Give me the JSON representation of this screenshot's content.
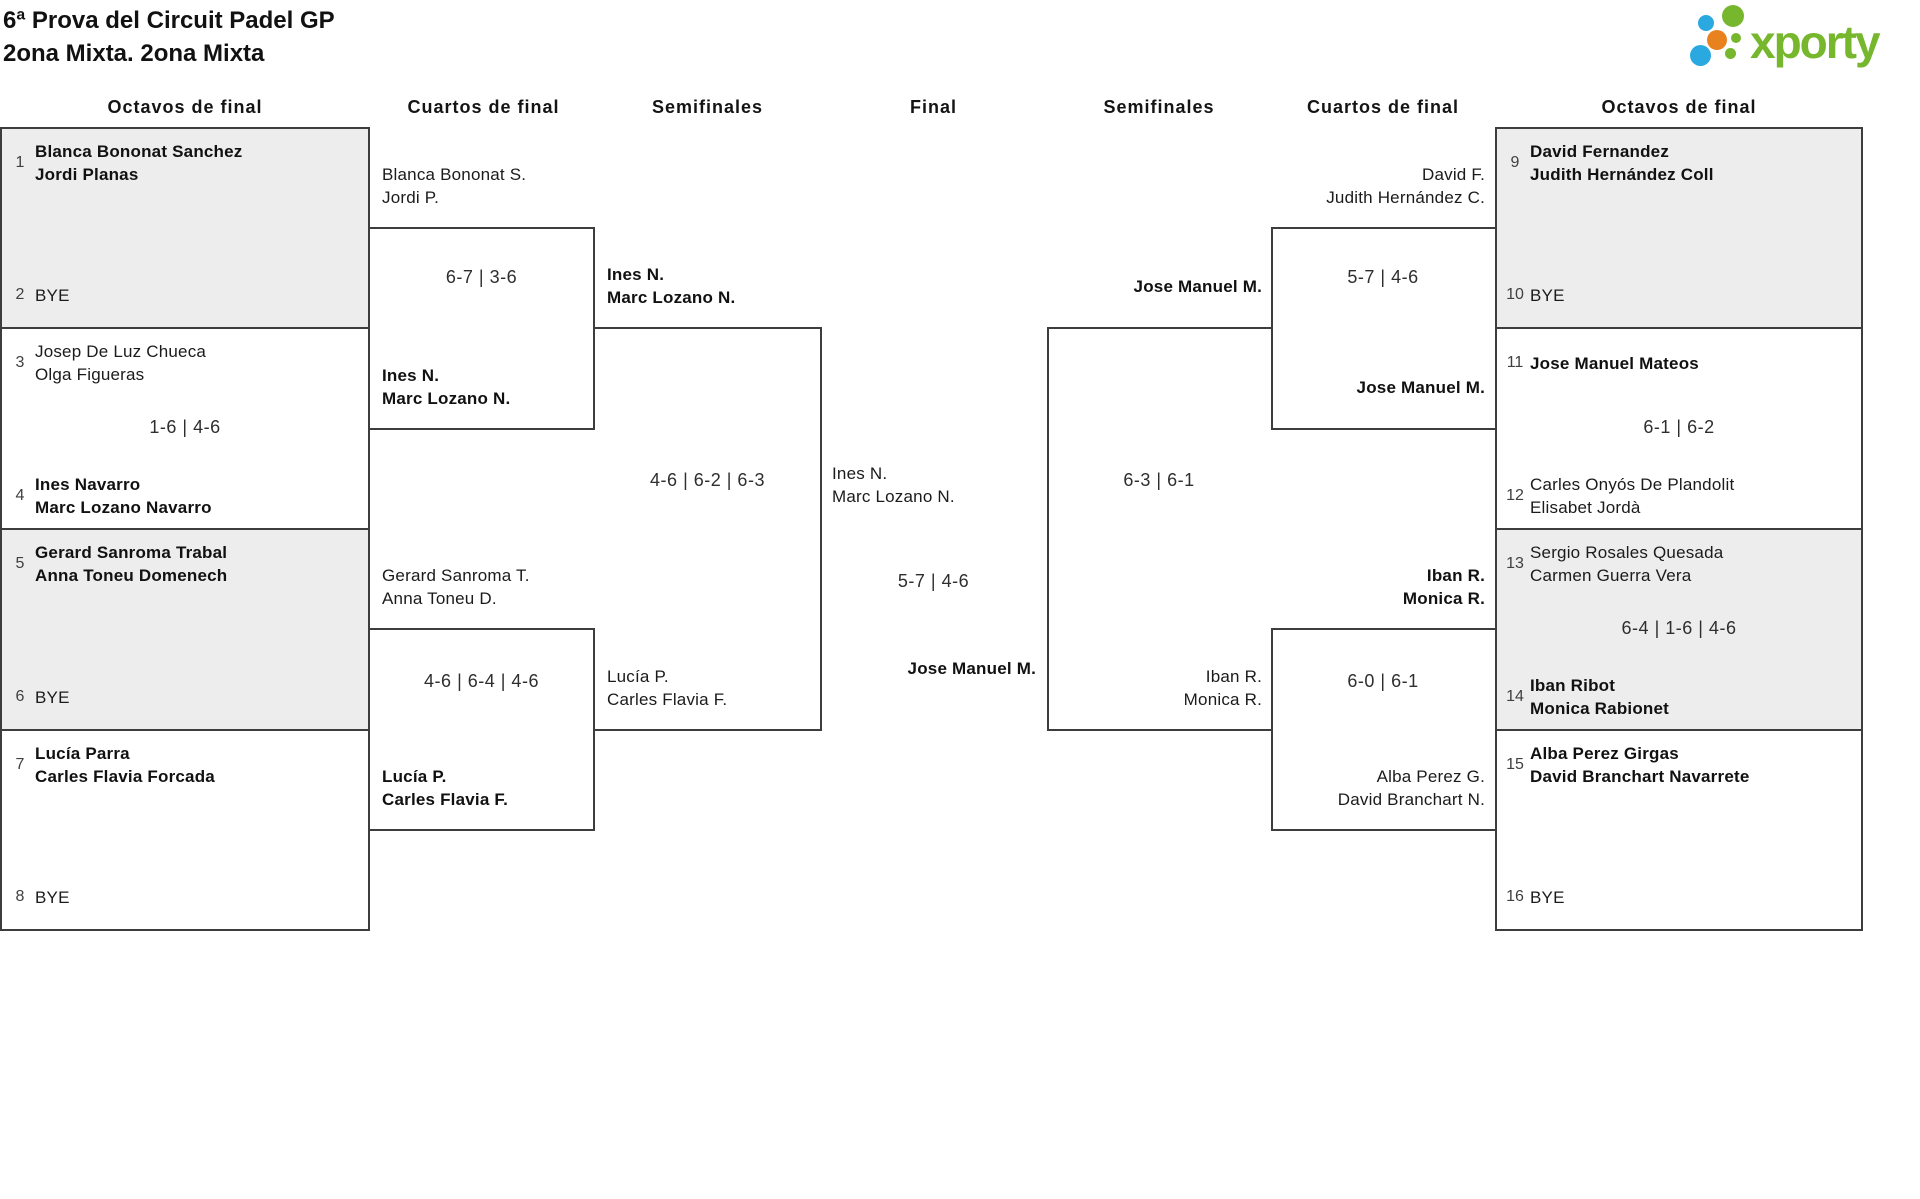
{
  "title": {
    "line1": "6ª Prova del Circuit Padel GP",
    "line2": "2ona Mixta. 2ona Mixta"
  },
  "logo": {
    "text": "xporty",
    "green": "#76b72e",
    "blue": "#2aa9e0",
    "orange": "#e8821e"
  },
  "colors": {
    "box_fill_gray": "#ededed",
    "line_color": "#3d3d3d"
  },
  "round_headers": [
    "Octavos de final",
    "Cuartos de final",
    "Semifinales",
    "Final",
    "Semifinales",
    "Cuartos de final",
    "Octavos de final"
  ],
  "octavos": [
    {
      "seed_top": "1",
      "team_top": [
        "Blanca Bononat Sanchez",
        "Jordi Planas"
      ],
      "score": "",
      "seed_bottom": "2",
      "team_bottom": [
        "BYE"
      ]
    },
    {
      "seed_top": "3",
      "team_top": [
        "Josep De Luz Chueca",
        "Olga Figueras"
      ],
      "score": "1-6 | 4-6",
      "seed_bottom": "4",
      "team_bottom": [
        "Ines Navarro",
        "Marc Lozano Navarro"
      ]
    },
    {
      "seed_top": "5",
      "team_top": [
        "Gerard Sanroma Trabal",
        "Anna Toneu Domenech"
      ],
      "score": "",
      "seed_bottom": "6",
      "team_bottom": [
        "BYE"
      ]
    },
    {
      "seed_top": "7",
      "team_top": [
        "Lucía Parra",
        "Carles Flavia Forcada"
      ],
      "score": "",
      "seed_bottom": "8",
      "team_bottom": [
        "BYE"
      ]
    },
    {
      "seed_top": "9",
      "team_top": [
        "David Fernandez",
        "Judith Hernández Coll"
      ],
      "score": "",
      "seed_bottom": "10",
      "team_bottom": [
        "BYE"
      ]
    },
    {
      "seed_top": "11",
      "team_top": [
        "Jose Manuel Mateos"
      ],
      "score": "6-1 | 6-2",
      "seed_bottom": "12",
      "team_bottom": [
        "Carles Onyós De Plandolit",
        "Elisabet Jordà"
      ]
    },
    {
      "seed_top": "13",
      "team_top": [
        "Sergio Rosales Quesada",
        "Carmen Guerra Vera"
      ],
      "score": "6-4 | 1-6 | 4-6",
      "seed_bottom": "14",
      "team_bottom": [
        "Iban Ribot",
        "Monica Rabionet"
      ]
    },
    {
      "seed_top": "15",
      "team_top": [
        "Alba Perez Girgas",
        "David Branchart Navarrete"
      ],
      "score": "",
      "seed_bottom": "16",
      "team_bottom": [
        "BYE"
      ]
    }
  ],
  "feeders": {
    "qf_left_1": {
      "top": [
        "Blanca Bononat S.",
        "Jordi P."
      ],
      "score": "6-7 | 3-6",
      "bottom": [
        "Ines N.",
        "Marc Lozano N."
      ]
    },
    "qf_left_2": {
      "top": [
        "Gerard Sanroma T.",
        "Anna Toneu D."
      ],
      "score": "4-6 | 6-4 | 4-6",
      "bottom": [
        "Lucía P.",
        "Carles Flavia F."
      ]
    },
    "sf_left": {
      "top": [
        "Ines N.",
        "Marc Lozano N."
      ],
      "score": "4-6 | 6-2 | 6-3",
      "bottom": [
        "Lucía P.",
        "Carles Flavia F."
      ]
    },
    "final": {
      "left": [
        "Ines N.",
        "Marc Lozano N."
      ],
      "score": "5-7 | 4-6",
      "winner": [
        "Jose Manuel M."
      ]
    },
    "sf_right": {
      "top": [
        "Jose Manuel M."
      ],
      "score": "6-3 | 6-1",
      "bottom": [
        "Iban R.",
        "Monica R."
      ]
    },
    "qf_right_1": {
      "top": [
        "David F.",
        "Judith Hernández C."
      ],
      "score": "5-7 | 4-6",
      "bottom": [
        "Jose Manuel M."
      ]
    },
    "qf_right_2": {
      "top": [
        "Iban R.",
        "Monica R."
      ],
      "score": "6-0 | 6-1",
      "bottom": [
        "Alba Perez G.",
        "David Branchart N."
      ]
    }
  }
}
